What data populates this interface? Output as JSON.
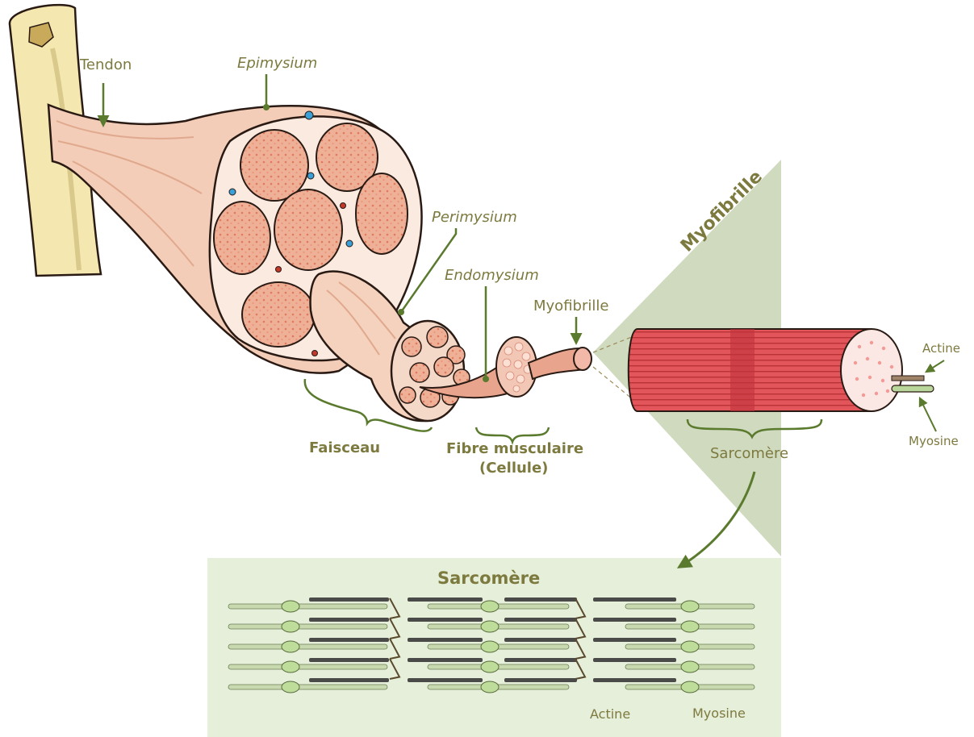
{
  "labels": {
    "tendon": "Tendon",
    "epimysium": "Epimysium",
    "perimysium": "Perimysium",
    "endomysium": "Endomysium",
    "myofibrille_small": "Myofibrille",
    "myofibrille_band": "Myofibrille",
    "faisceau": "Faisceau",
    "fibre_line1": "Fibre musculaire",
    "fibre_line2": "(Cellule)",
    "actine_top": "Actine",
    "myosine_top": "Myosine",
    "sarcomere_mid": "Sarcomère",
    "sarcomere_title": "Sarcomère",
    "actine_bottom": "Actine",
    "myosine_bottom": "Myosine"
  },
  "colors": {
    "label_text": "#7d7a3f",
    "arrow": "#5a7a2e",
    "muscle_fill": "#f3cdb8",
    "muscle_outline": "#2a1a14",
    "fascicle_fill": "#eeb097",
    "myofibril_red": "#d9534f",
    "panel_green": "#e6efd9",
    "band_green": "#c7d4b4",
    "bone": "#f4e8b0"
  }
}
